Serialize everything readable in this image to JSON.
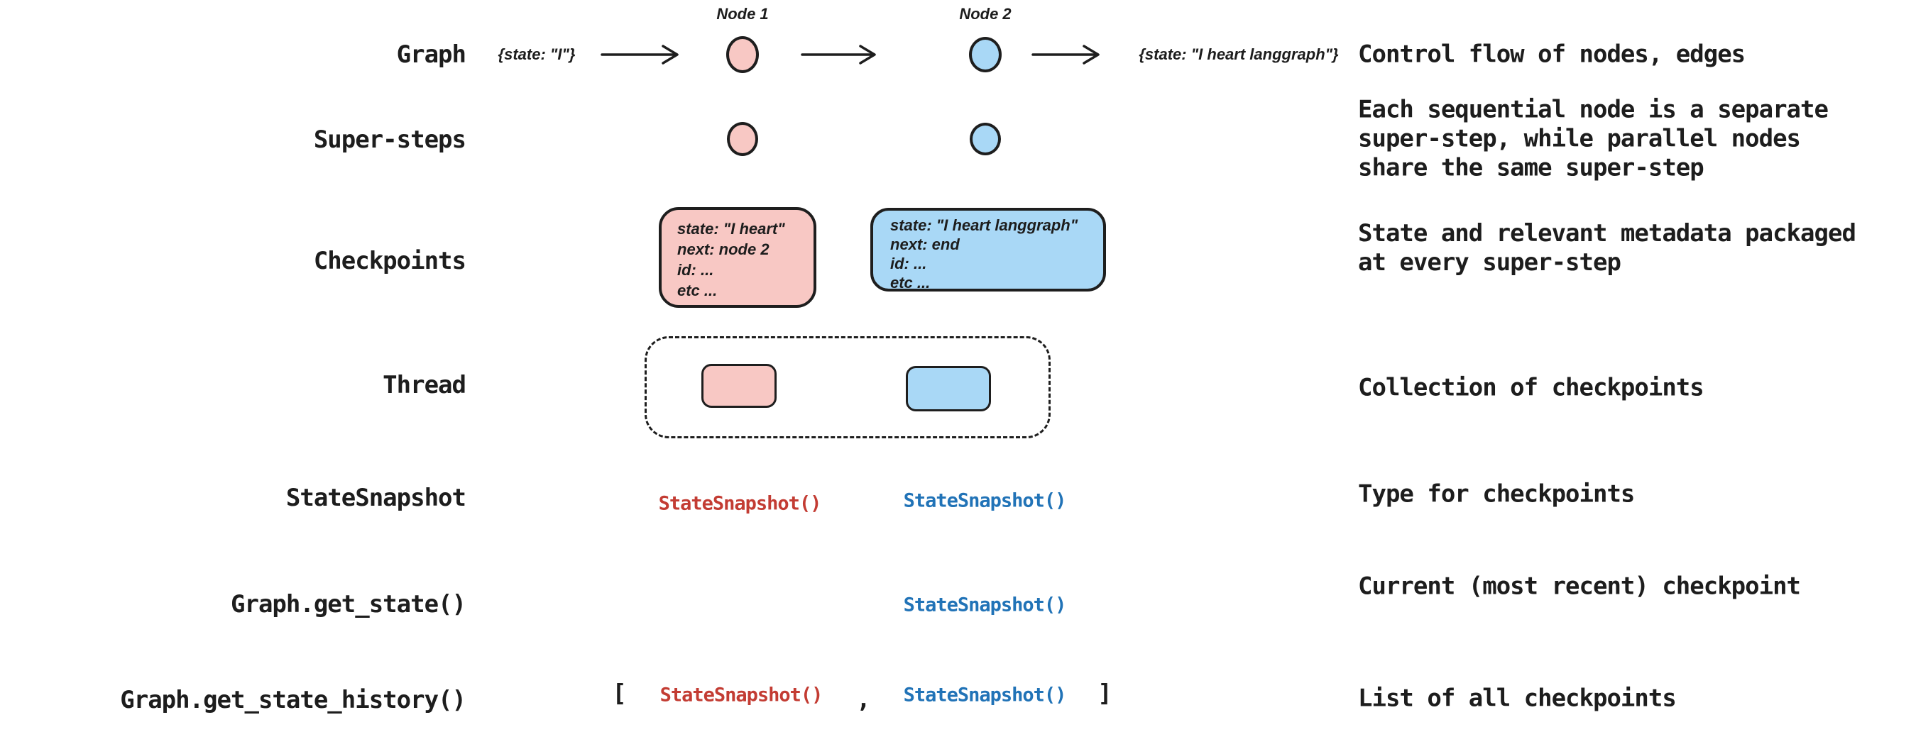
{
  "colors": {
    "node_pink": "#F8C8C4",
    "node_blue": "#A9D8F6",
    "outline": "#1E1E1E",
    "code_red": "#C33C33",
    "code_blue": "#2173B7",
    "text": "#1D1D1D",
    "background": "#FFFFFF"
  },
  "rows": [
    {
      "label": "Graph",
      "description": "Control flow of nodes, edges"
    },
    {
      "label": "Super-steps",
      "description": "Each sequential node is a separate\nsuper-step, while parallel nodes\nshare the same super-step"
    },
    {
      "label": "Checkpoints",
      "description": "State and relevant metadata packaged\nat every super-step"
    },
    {
      "label": "Thread",
      "description": "Collection of checkpoints"
    },
    {
      "label": "StateSnapshot",
      "description": "Type for checkpoints"
    },
    {
      "label": "Graph.get_state()",
      "description": "Current (most recent) checkpoint"
    },
    {
      "label": "Graph.get_state_history()",
      "description": "List of all checkpoints"
    }
  ],
  "graph_flow": {
    "node1_label": "Node 1",
    "node2_label": "Node 2",
    "input_state": "{state: \"I\"}",
    "output_state": "{state: \"I heart langgraph\"}"
  },
  "checkpoint_boxes": {
    "node1": "state: \"I heart\"\nnext: node 2\nid: ...\netc ...",
    "node2": "state: \"I heart langgraph\"\nnext: end\nid: ...\netc ..."
  },
  "code": {
    "state_snapshot": "StateSnapshot()",
    "list_open": "[",
    "list_separator": ",",
    "list_close": "]"
  }
}
